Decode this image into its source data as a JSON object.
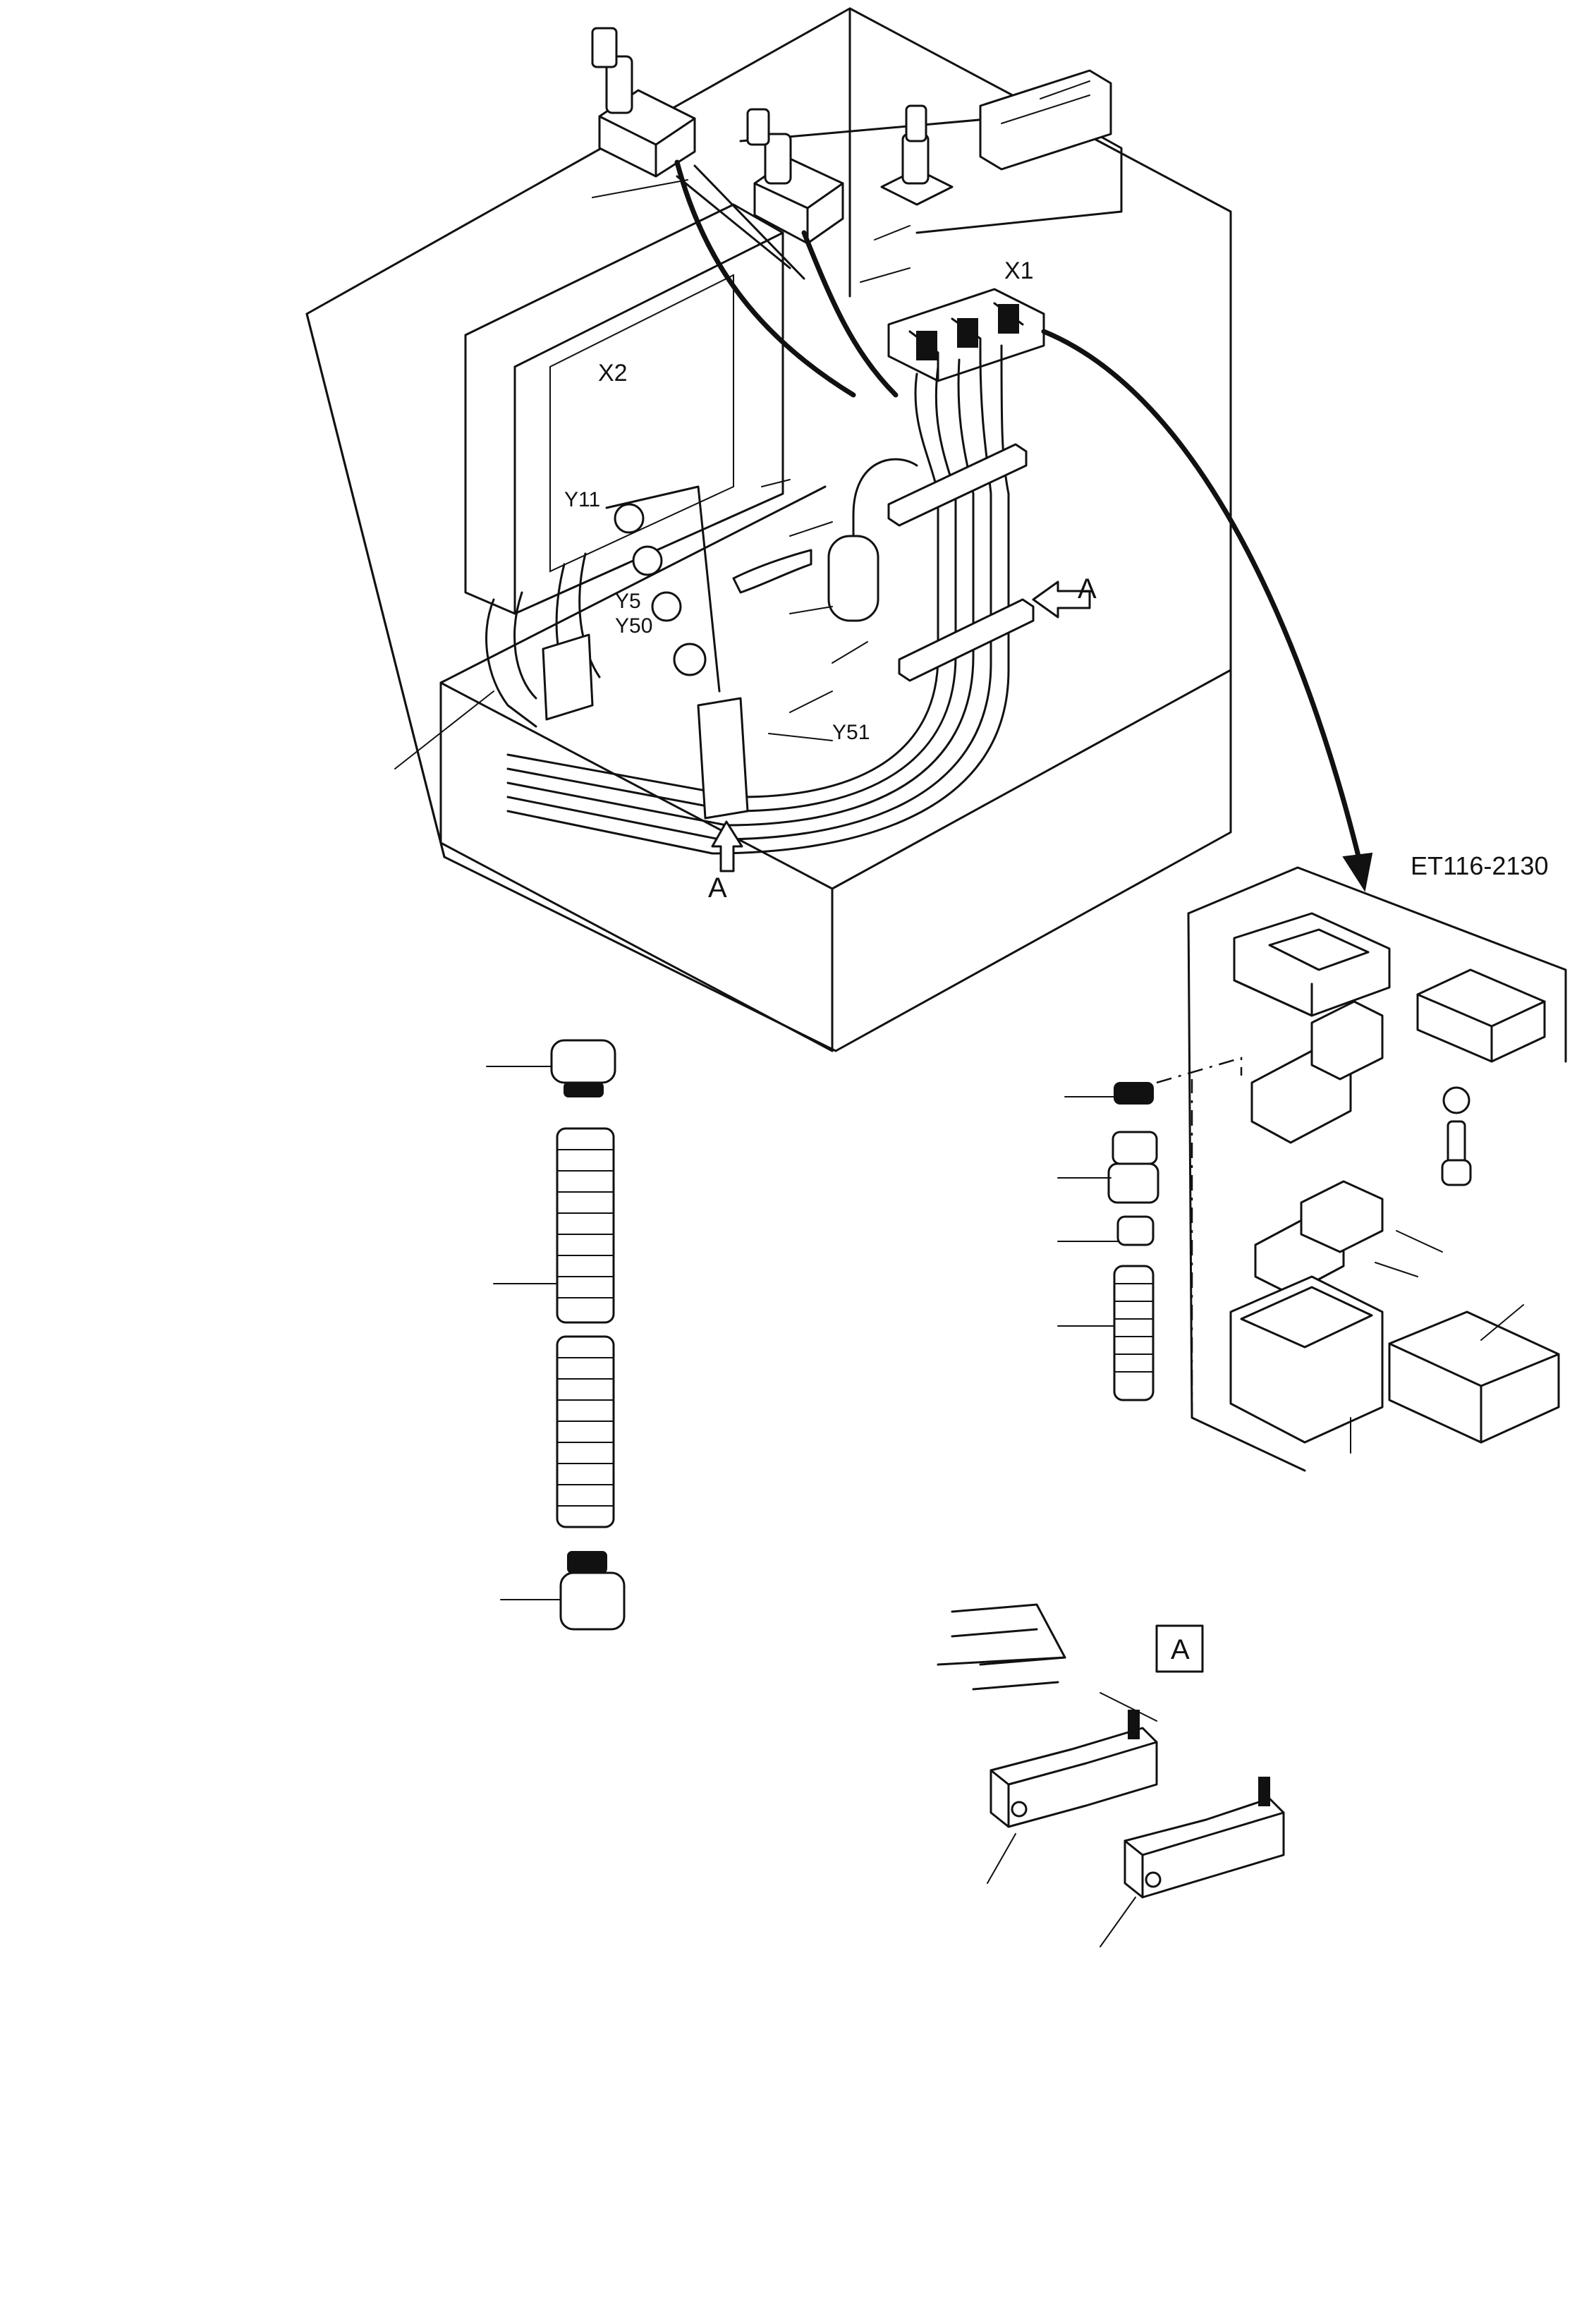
{
  "labels": {
    "x1": "X1",
    "x2": "X2",
    "y11": "Y11",
    "y5": "Y5",
    "y50": "Y50",
    "y51": "Y51",
    "view_a_right": "A",
    "view_a_bottom": "A",
    "ref_code": "ET116-2130",
    "detail_a": "A"
  }
}
